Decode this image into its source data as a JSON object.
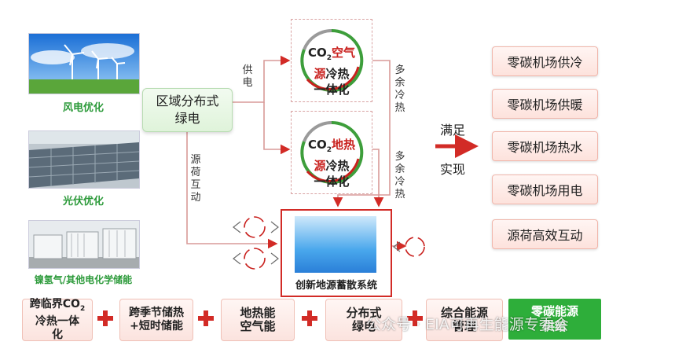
{
  "left_panel": {
    "items": [
      {
        "caption": "风电优化",
        "picture": "wind-turbines"
      },
      {
        "caption": "光伏优化",
        "picture": "solar-roof"
      },
      {
        "caption": "镍氢气/其他电化学储能",
        "picture": "storage-containers"
      }
    ]
  },
  "source_box": {
    "line1": "区域分布式",
    "line2": "绿电"
  },
  "edge_labels": {
    "power_supply": "供电",
    "source_load": "源荷互动",
    "surplus_1": "多余冷热",
    "surplus_2": "多余冷热"
  },
  "cycle_air": {
    "line1_prefix": "CO",
    "line1_sub": "2",
    "line1_suffix": "空气",
    "line2_red": "源",
    "line2_rest": "冷热",
    "line3": "一体化"
  },
  "cycle_geo": {
    "line1_prefix": "CO",
    "line1_sub": "2",
    "line1_suffix": "地热",
    "line2_red": "源",
    "line2_rest": "冷热",
    "line3": "一体化"
  },
  "storage_box": {
    "label": "创新地源蓄散系统"
  },
  "satisfy": {
    "line1": "满足",
    "line2": "实现"
  },
  "outcomes": [
    "零碳机场供冷",
    "零碳机场供暖",
    "零碳机场热水",
    "零碳机场用电",
    "源荷高效互动"
  ],
  "bottom": {
    "items": [
      {
        "line1": "跨临界CO",
        "sub": "2",
        "line2": "冷热一体",
        "line3": "化"
      },
      {
        "line1": "跨季节储热",
        "line2": "+短时储能"
      },
      {
        "line1": "地热能",
        "line2": "空气能"
      },
      {
        "line1": "分布式",
        "line2": "绿电"
      },
      {
        "line1": "综合能源",
        "line2": "管理"
      }
    ],
    "final": {
      "line1": "零碳能源",
      "line2": "供给"
    }
  },
  "watermark": "公众号 · EIA可再生能源专委会",
  "colors": {
    "accent_red": "#d22b26",
    "accent_green": "#2eae3a",
    "caption_green": "#2c9a3a"
  }
}
